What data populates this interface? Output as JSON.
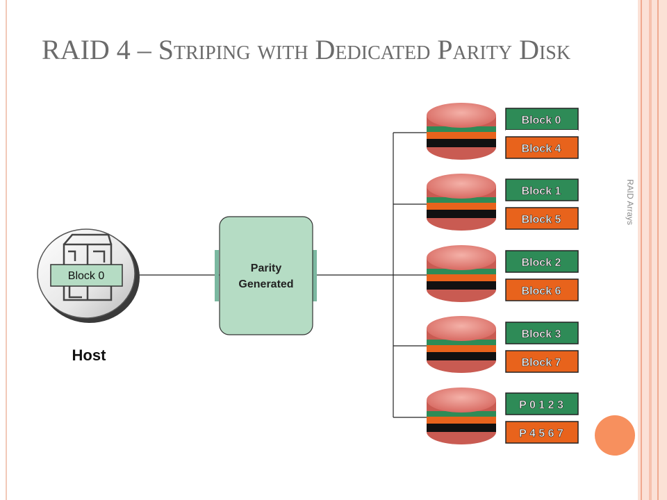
{
  "slide": {
    "title": "RAID 4 – Striping with Dedicated Parity Disk",
    "side_label": "RAID Arrays"
  },
  "host": {
    "label": "Host",
    "block_label": "Block 0"
  },
  "parity_box": {
    "line1": "Parity",
    "line2": "Generated"
  },
  "disks": [
    {
      "top_block": "Block 0",
      "bottom_block": "Block 4"
    },
    {
      "top_block": "Block 1",
      "bottom_block": "Block 5"
    },
    {
      "top_block": "Block 2",
      "bottom_block": "Block 6"
    },
    {
      "top_block": "Block 3",
      "bottom_block": "Block 7"
    },
    {
      "top_block": "P 0 1 2 3",
      "bottom_block": "P 4 5 6 7"
    }
  ],
  "colors": {
    "block_green": "#2e8b57",
    "block_orange": "#e8631c",
    "parity_fill": "#b5dcc4",
    "disk_top": "#e07a72",
    "accent": "#f7905e"
  }
}
